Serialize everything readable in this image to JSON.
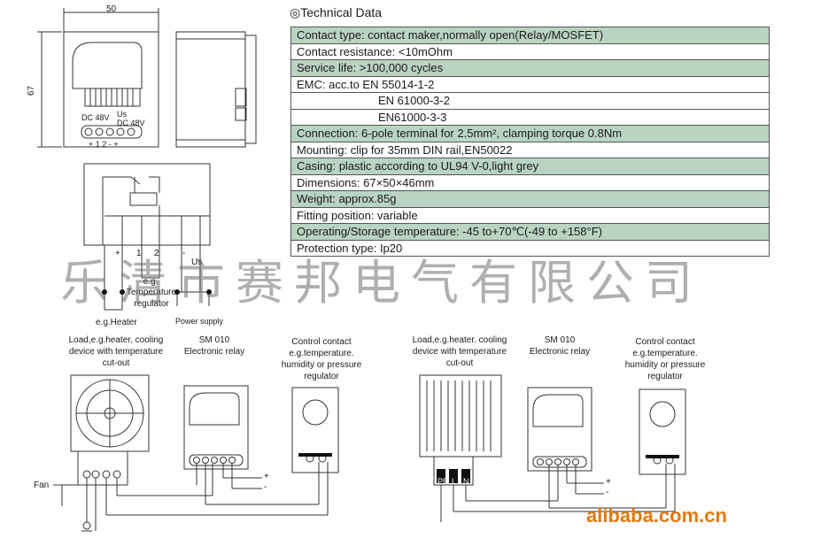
{
  "dimensions": {
    "width": "50",
    "height": "67"
  },
  "tech": {
    "title": "Technical Data",
    "rows": [
      {
        "text": "Contact type:  contact maker,normally open(Relay/MOSFET)",
        "shade": true
      },
      {
        "text": "Contact resistance: <10mOhm",
        "shade": false
      },
      {
        "text": "Service life: >100,000 cycles",
        "shade": true
      },
      {
        "text": "EMC: acc.to  EN 55014-1-2",
        "shade": false
      },
      {
        "text": "EN 61000-3-2",
        "shade": false,
        "indent": true
      },
      {
        "text": "EN61000-3-3",
        "shade": false,
        "indent": true
      },
      {
        "text": "Connection: 6-pole terminal for 2.5mm², clamping torque 0.8Nm",
        "shade": true
      },
      {
        "text": "Mounting: clip for 35mm DIN rail,EN50022",
        "shade": false
      },
      {
        "text": "Casing: plastic according to UL94 V-0,light grey",
        "shade": true
      },
      {
        "text": "Dimensions: 67×50×46mm",
        "shade": false
      },
      {
        "text": "Weight: approx.85g",
        "shade": true
      },
      {
        "text": "Fitting position: variable",
        "shade": false
      },
      {
        "text": "Operating/Storage temperature: -45 to+70℃(-49 to +158°F)",
        "shade": true
      },
      {
        "text": "Protection type: Ip20",
        "shade": false
      }
    ]
  },
  "device_labels": {
    "voltage_left": "DC 48V",
    "voltage_right": "DC 48V",
    "us": "Us",
    "terminals": "+ 1  2 -  +"
  },
  "schematic": {
    "t1": "1",
    "t2": "2",
    "plus": "+",
    "minus": "-",
    "us": "Us",
    "eg": "e.g.",
    "regulator": "Temperature regulator",
    "heater": "e.g.Heater",
    "power": "Power supply"
  },
  "watermark": "乐清市赛邦电气有限公司",
  "left_diagram": {
    "load": "Load,e.g.heater. cooling device with temperature cut-out",
    "relay": "SM 010 Electronic relay",
    "control": "Control contact e.g.temperature. humidity or pressure regulator",
    "fan": "Fan",
    "plus": "+",
    "minus": "-"
  },
  "right_diagram": {
    "load": "Load,e.g.heater. cooling device with temperature cut-out",
    "relay": "SM 010 Electronic relay",
    "control": "Control contact e.g.temperature. humidity or pressure regulator",
    "plus": "+",
    "minus": "-",
    "terminal_labels": [
      "PE",
      "L",
      "N"
    ]
  },
  "site": "alibaba.com.cn",
  "colors": {
    "table_shade": "#b9d4c2",
    "site_orange": "#e07a10"
  }
}
